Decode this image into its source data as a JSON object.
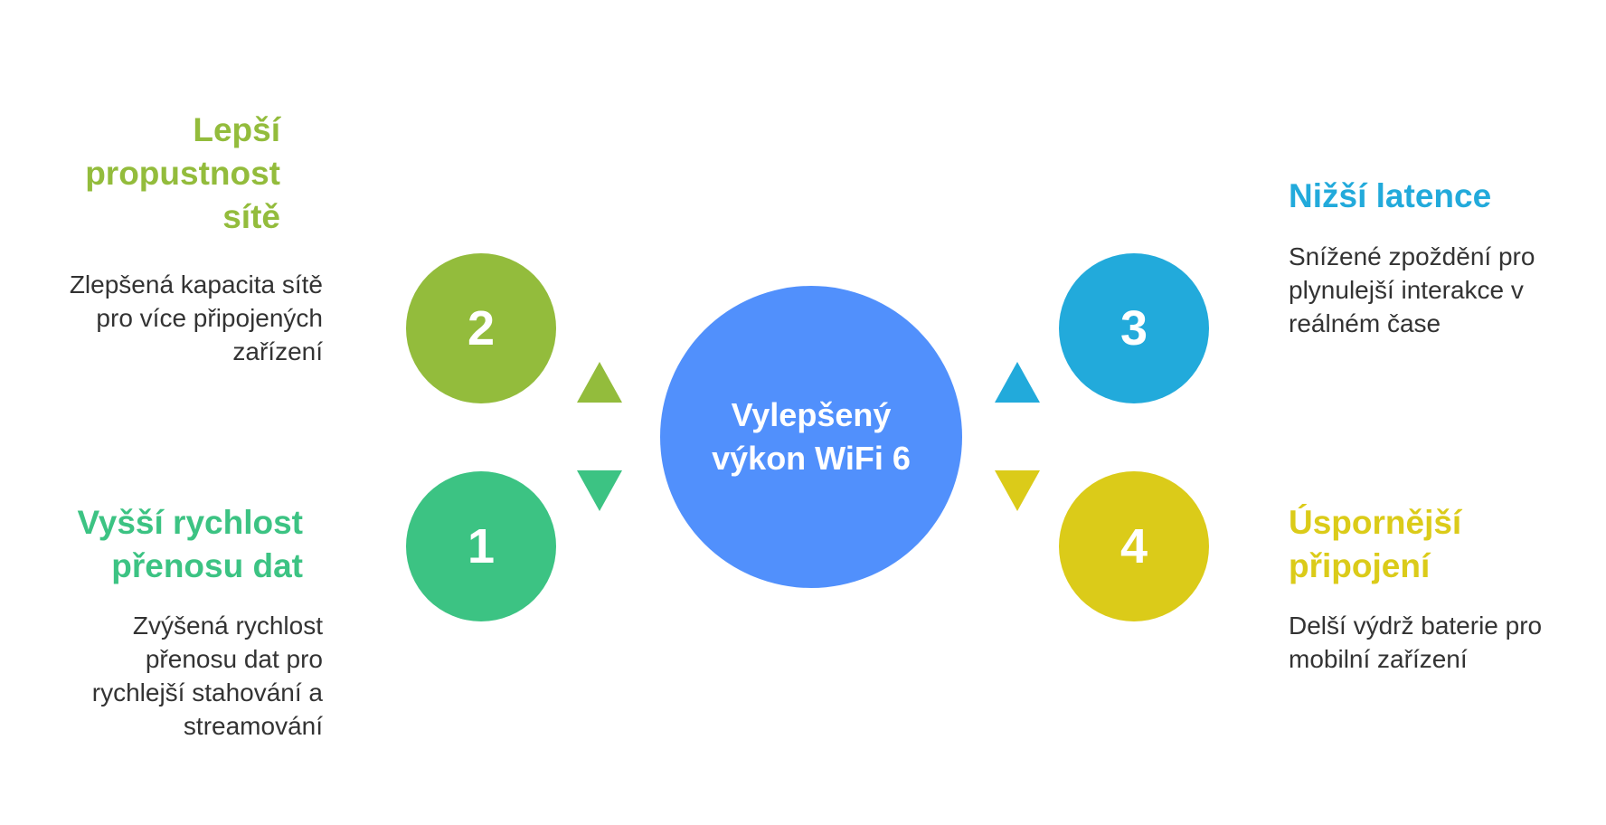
{
  "colors": {
    "green_olive": "#93bc3c",
    "green_teal": "#3cc383",
    "blue_center": "#5190fc",
    "blue_sky": "#22aadb",
    "yellow": "#dbcb19",
    "text_dark": "#333333"
  },
  "center": {
    "label": "Vylepšený výkon WiFi 6"
  },
  "items": [
    {
      "number": "1",
      "title": "Vyšší rychlost přenosu dat",
      "description": "Zvýšená rychlost přenosu dat pro rychlejší stahování a streamování"
    },
    {
      "number": "2",
      "title": "Lepší propustnost sítě",
      "description": "Zlepšená kapacita sítě pro více připojených zařízení"
    },
    {
      "number": "3",
      "title": "Nižší latence",
      "description": "Snížené zpoždění pro plynulejší interakce v reálném čase"
    },
    {
      "number": "4",
      "title": "Úspornější připojení",
      "description": "Delší výdrž baterie pro mobilní zařízení"
    }
  ]
}
